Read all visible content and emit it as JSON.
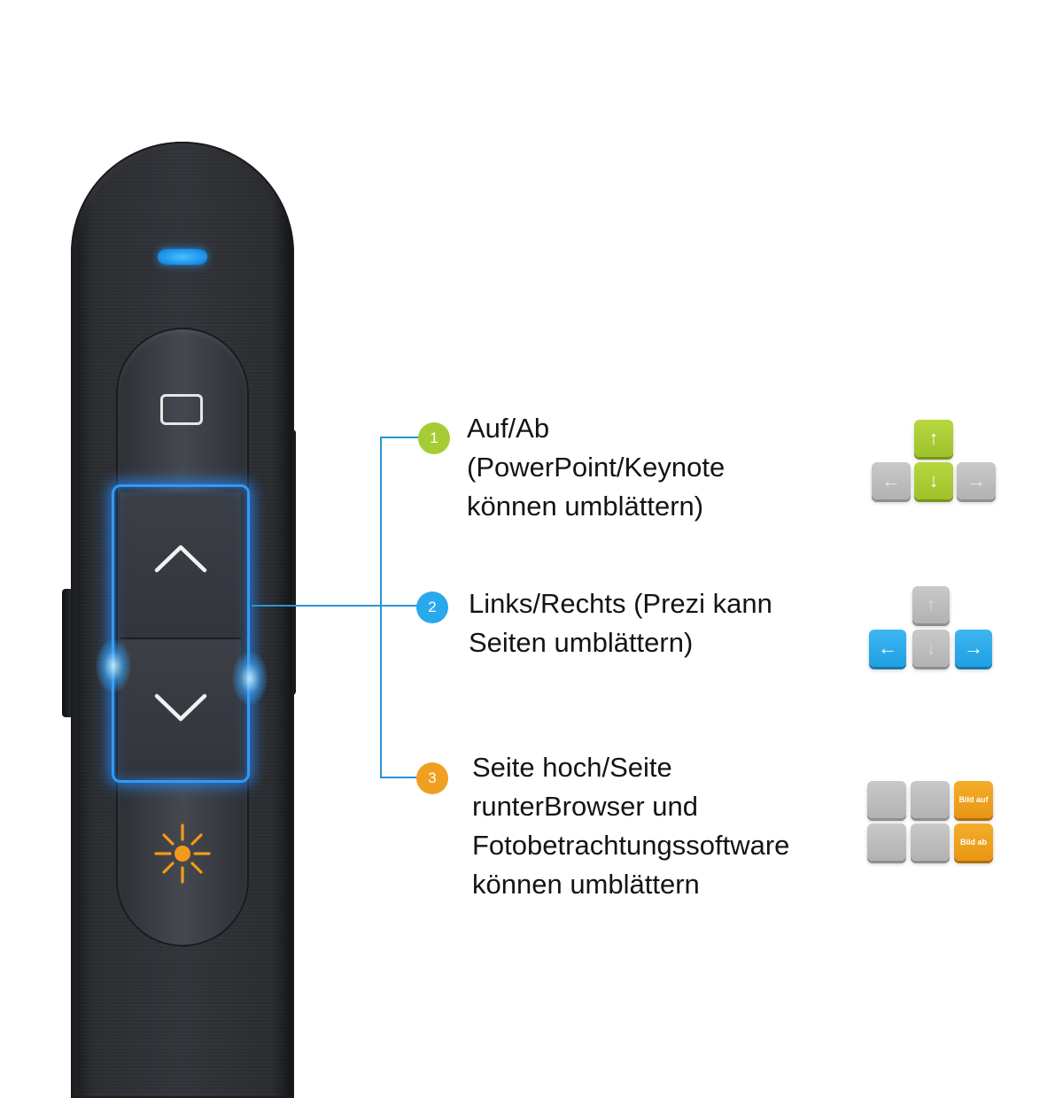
{
  "device": {
    "led_color": "#1a8fe8",
    "highlight_color": "#2f9bff",
    "laser_color": "#f39a1a",
    "buttons": [
      {
        "name": "blank-screen-button",
        "icon": "rectangle-icon"
      },
      {
        "name": "page-up-button",
        "icon": "chevron-up-icon"
      },
      {
        "name": "page-down-button",
        "icon": "chevron-down-icon"
      },
      {
        "name": "laser-button",
        "icon": "laser-sun-icon"
      }
    ]
  },
  "connector_color": "#2796d8",
  "features": [
    {
      "number": "1",
      "badge_color": "#a6cc35",
      "lines": [
        "Auf/Ab",
        "(PowerPoint/Keynote",
        "können umblättern)"
      ],
      "keys_icon": "up-down-arrow-keys-icon",
      "key_color": "#a6cc35"
    },
    {
      "number": "2",
      "badge_color": "#2aa8ec",
      "lines": [
        "Links/Rechts (Prezi kann",
        "Seiten umblättern)"
      ],
      "keys_icon": "left-right-arrow-keys-icon",
      "key_color": "#2aa8ec"
    },
    {
      "number": "3",
      "badge_color": "#f0a020",
      "lines": [
        "Seite hoch/Seite",
        "runterBrowser und",
        "Fotobetrachtungssoftware",
        "können umblättern"
      ],
      "keys_icon": "page-up-down-keys-icon",
      "key_color": "#f0a020",
      "key_labels": [
        "Bild auf",
        "Bild ab"
      ]
    }
  ]
}
